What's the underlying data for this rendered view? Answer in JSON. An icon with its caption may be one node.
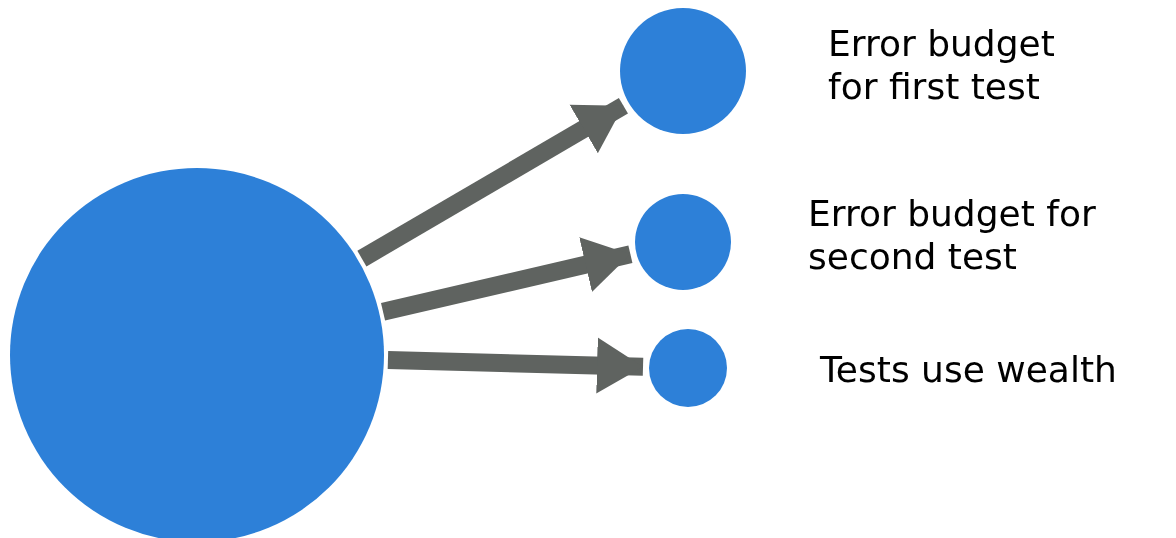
{
  "diagram": {
    "nodes": [
      {
        "text": [],
        "shape": "circle"
      },
      {
        "text": [],
        "shape": "circle",
        "beside": [
          "Error budget for first test"
        ]
      },
      {
        "text": [],
        "shape": "circle",
        "beside": [
          "Error budget for second test"
        ]
      },
      {
        "text": [],
        "shape": "circle",
        "beside": [
          "Tests use wealth"
        ]
      }
    ],
    "edges": [
      {
        "from": 0,
        "to": 1,
        "arrow": "to"
      },
      {
        "from": 0,
        "to": 2,
        "arrow": "to"
      },
      {
        "from": 0,
        "to": 3,
        "arrow": "to"
      }
    ]
  }
}
